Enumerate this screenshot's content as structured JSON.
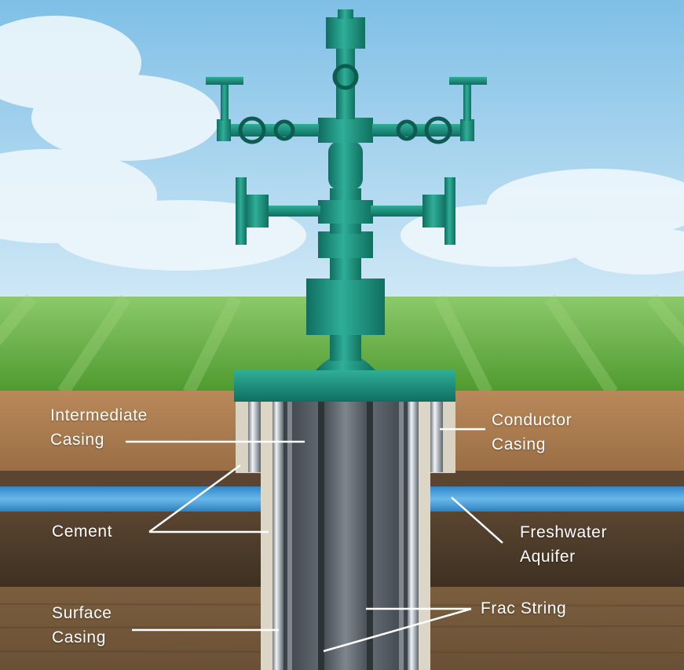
{
  "labels": {
    "intermediate_casing": [
      "Intermediate",
      "Casing"
    ],
    "conductor_casing": [
      "Conductor",
      "Casing"
    ],
    "cement": "Cement",
    "freshwater_aquifer": [
      "Freshwater",
      "Aquifer"
    ],
    "surface_casing": [
      "Surface",
      "Casing"
    ],
    "frac_string": "Frac String"
  },
  "colors": {
    "wellhead": "#1e8f7e",
    "sky": "#9fd2ee",
    "grass": "#5aa33a",
    "topsoil": "#a97b4f",
    "aquifer": "#4a9fdb",
    "shale": "#4a3a28",
    "cement": "#d9d3c4",
    "label_text": "#ffffff"
  },
  "icons": [
    "wellhead-valve-icon"
  ]
}
